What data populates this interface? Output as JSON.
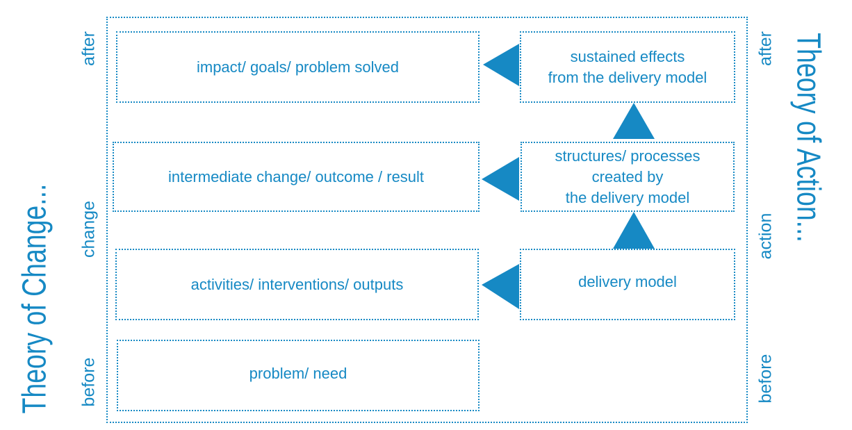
{
  "colors": {
    "accent": "#1689c4"
  },
  "left": {
    "title": "Theory of Change...",
    "labels": {
      "after": "after",
      "change": "change",
      "before": "before"
    },
    "boxes": {
      "impact": "impact/ goals/ problem solved",
      "intermediate": "intermediate change/ outcome / result",
      "activities": "activities/ interventions/ outputs",
      "problem": "problem/ need"
    }
  },
  "right": {
    "title": "Theory of Action...",
    "labels": {
      "after": "after",
      "action": "action",
      "before": "before"
    },
    "boxes": {
      "sustained": [
        "sustained effects",
        "from the delivery model"
      ],
      "structures": [
        "structures/ processes",
        "created by",
        "the delivery model"
      ],
      "delivery": "delivery model"
    }
  }
}
